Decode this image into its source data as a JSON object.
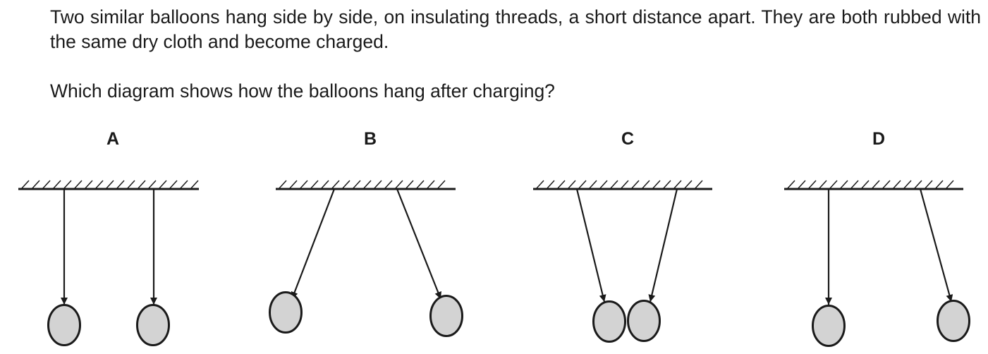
{
  "question": {
    "line1": "Two similar balloons hang side by side, on insulating threads, a short distance apart. They are both rubbed with the same dry cloth and become charged.",
    "line2": "Which diagram shows how the balloons hang after charging?"
  },
  "options": [
    {
      "label": "A",
      "arrangement": "both threads vertical"
    },
    {
      "label": "B",
      "arrangement": "balloons pushed apart"
    },
    {
      "label": "C",
      "arrangement": "balloons pulled together"
    },
    {
      "label": "D",
      "arrangement": "left vertical, right deflected outward"
    }
  ],
  "colors": {
    "balloon_fill": "#d3d3d3",
    "line": "#1a1a1a"
  }
}
